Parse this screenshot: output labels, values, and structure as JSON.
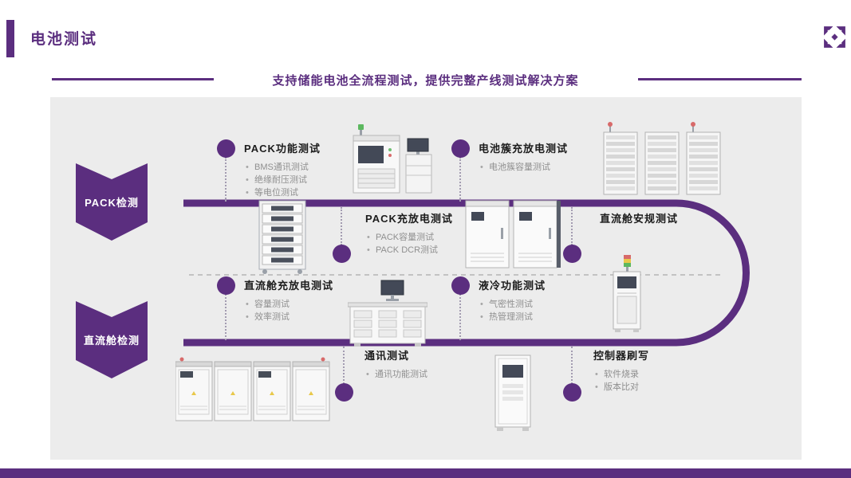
{
  "slide": {
    "title": "电池测试",
    "subtitle": "支持储能电池全流程测试，提供完整产线测试解决方案"
  },
  "stages": [
    {
      "label": "PACK检测"
    },
    {
      "label": "直流舱检测"
    }
  ],
  "tests": [
    {
      "title": "PACK功能测试",
      "bullets": [
        "BMS通讯测试",
        "绝缘耐压测试",
        "等电位测试"
      ]
    },
    {
      "title": "电池簇充放电测试",
      "bullets": [
        "电池簇容量测试"
      ]
    },
    {
      "title": "PACK充放电测试",
      "bullets": [
        "PACK容量测试",
        "PACK DCR测试"
      ]
    },
    {
      "title": "直流舱安规测试",
      "bullets": []
    },
    {
      "title": "直流舱充放电测试",
      "bullets": [
        "容量测试",
        "效率测试"
      ]
    },
    {
      "title": "液冷功能测试",
      "bullets": [
        "气密性测试",
        "热管理测试"
      ]
    },
    {
      "title": "通讯测试",
      "bullets": [
        "通讯功能测试"
      ]
    },
    {
      "title": "控制器刷写",
      "bullets": [
        "软件烧录",
        "版本比对"
      ]
    }
  ],
  "icons": [
    {
      "name": "brand-logo-icon",
      "shape": "corner-arrow-mark"
    }
  ],
  "equipment": [
    {
      "name": "pack-function-tester-cabinet"
    },
    {
      "name": "battery-cluster-test-racks"
    },
    {
      "name": "pack-charge-discharge-rack"
    },
    {
      "name": "dc-cabin-cabinets"
    },
    {
      "name": "dc-cabin-safety-tower"
    },
    {
      "name": "dc-cabin-charge-console"
    },
    {
      "name": "power-cabinet-row"
    },
    {
      "name": "communication-test-cabinet"
    }
  ],
  "colors": {
    "accent": "#5b2e7f",
    "panel_background": "#ececec",
    "title_text": "#1c1c1c",
    "bullet_text": "#8f8f8f",
    "stage_text": "#ffffff"
  }
}
